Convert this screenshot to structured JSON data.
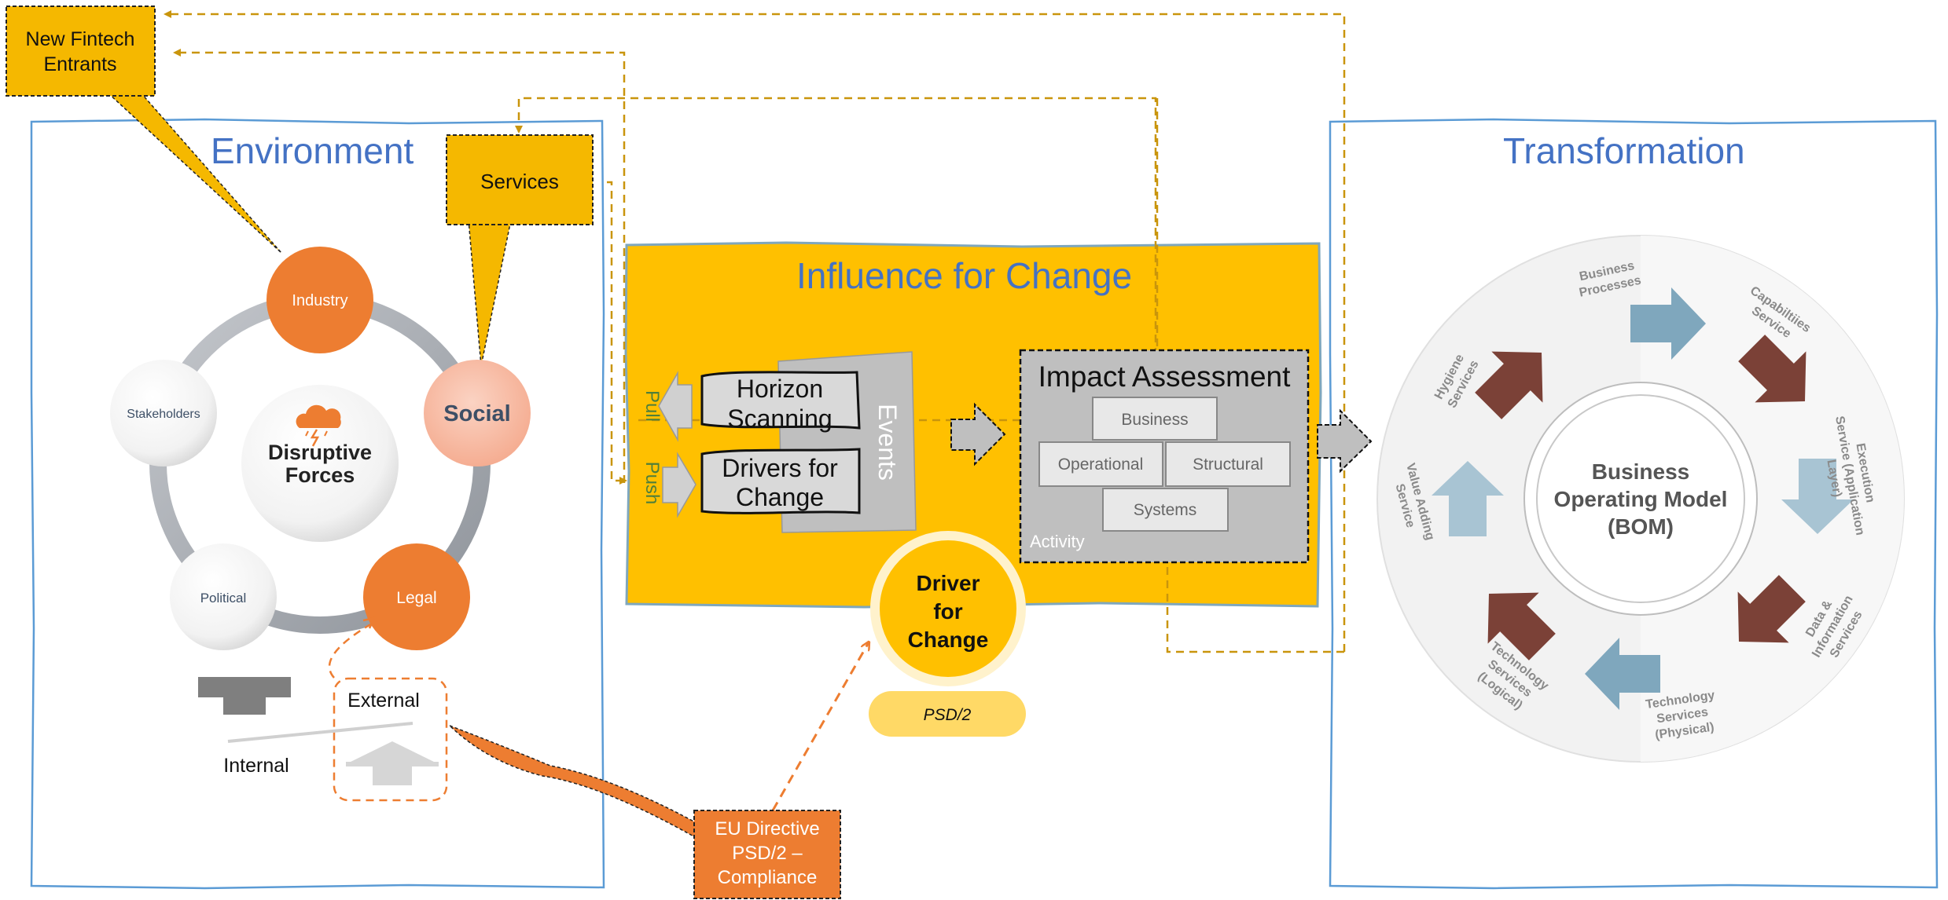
{
  "environment": {
    "title": "Environment",
    "center": "Disruptive Forces",
    "center_line1": "Disruptive",
    "center_line2": "Forces",
    "nodes": [
      "Industry",
      "Social",
      "Legal",
      "Political",
      "Stakeholders"
    ],
    "external_label": "External",
    "internal_label": "Internal"
  },
  "callouts": {
    "fintech_line1": "New Fintech",
    "fintech_line2": "Entrants",
    "services": "Services",
    "eu_line1": "EU Directive",
    "eu_line2": "PSD/2 –",
    "eu_line3": "Compliance"
  },
  "influence": {
    "title": "Influence for Change",
    "pull": "Pull",
    "push": "Push",
    "horizon_line1": "Horizon",
    "horizon_line2": "Scanning",
    "drivers_line1": "Drivers for",
    "drivers_line2": "Change",
    "events": "Events",
    "impact_title": "Impact Assessment",
    "impact_items": [
      "Business",
      "Operational",
      "Structural",
      "Systems"
    ],
    "activity": "Activity",
    "driver_line1": "Driver",
    "driver_line2": "for",
    "driver_line3": "Change",
    "psd2": "PSD/2"
  },
  "transformation": {
    "title": "Transformation",
    "bom_line1": "Business",
    "bom_line2": "Operating Model",
    "bom_line3": "(BOM)",
    "services": [
      {
        "lines": [
          "Business",
          "Processes"
        ]
      },
      {
        "lines": [
          "Capabiltiies",
          "Service"
        ]
      },
      {
        "lines": [
          "Execution",
          "Service (Application",
          "Layer)"
        ]
      },
      {
        "lines": [
          "Data &",
          "Information",
          "Services"
        ]
      },
      {
        "lines": [
          "Technology",
          "Services",
          "(Physical)"
        ]
      },
      {
        "lines": [
          "Technology",
          "Services",
          "(Logical)"
        ]
      },
      {
        "lines": [
          "Value Adding",
          "Service"
        ]
      },
      {
        "lines": [
          "Hygiene",
          "Services"
        ]
      }
    ]
  },
  "colors": {
    "blue_title": "#4472C4",
    "orange": "#ED7D31",
    "gold": "#FFC000",
    "callout_gold": "#F5B800",
    "dashed_gold": "#C9950C",
    "steel_blue": "#7FA7BD",
    "brown": "#7B4137"
  }
}
